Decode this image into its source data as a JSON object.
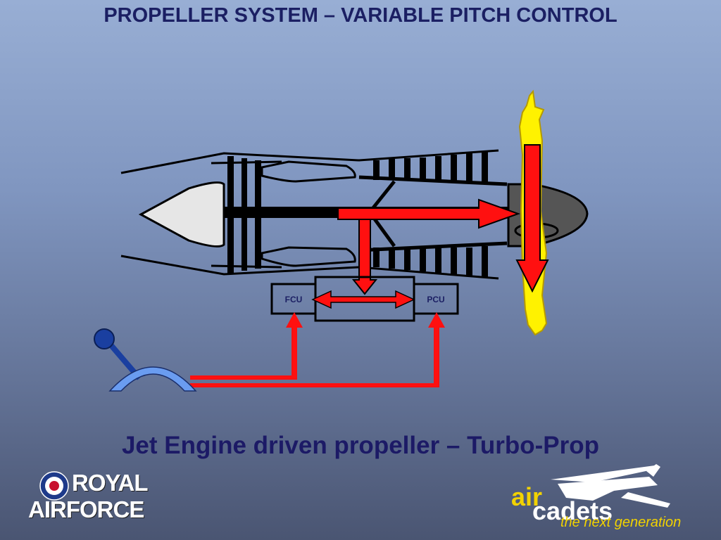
{
  "slide": {
    "title": "PROPELLER SYSTEM – VARIABLE PITCH CONTROL",
    "subtitle": "Jet Engine driven propeller – Turbo-Prop"
  },
  "diagram": {
    "fcu_label": "FCU",
    "pcu_label": "PCU"
  },
  "raf_logo": {
    "line1": "ROYAL",
    "line2": "AIRFORCE"
  },
  "cadets_logo": {
    "tagline": "the next generation",
    "word_air": "air",
    "word_cadets": "cadets"
  },
  "colors": {
    "title": "#1b1f63",
    "arrow_red": "#ff1010",
    "propeller_yellow": "#fff200",
    "lever_blue": "#6a9cf0",
    "lever_knob": "#1a3fa0",
    "spinner_grey": "#555555"
  }
}
